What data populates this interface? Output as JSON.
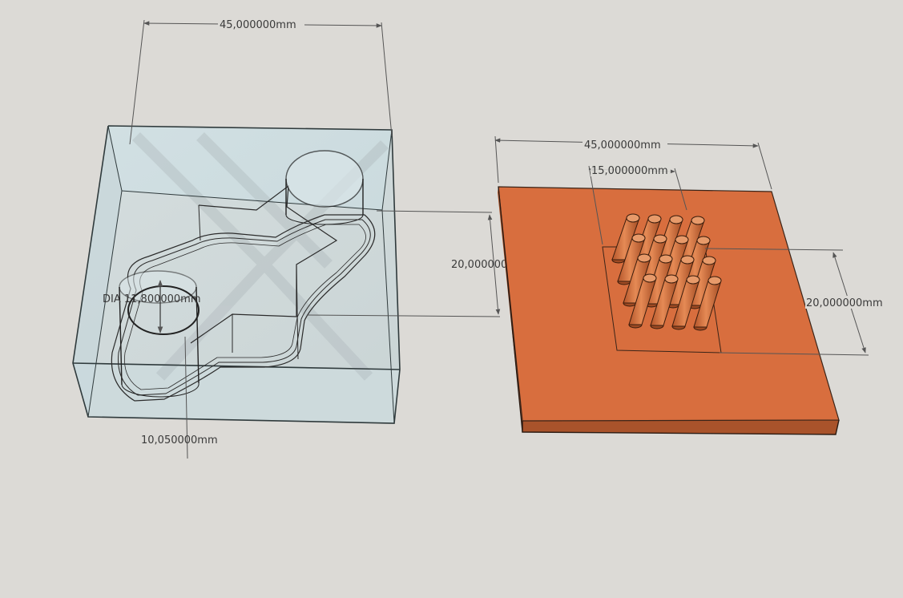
{
  "colors": {
    "background": "#dcdad6",
    "plate_face": "#d86e3e",
    "plate_side": "#a9532b",
    "mold_glass": "#c6dbe0",
    "dimension_line": "#555555"
  },
  "mold": {
    "width_label": "45,000000mm",
    "bore_label": "DIA 11,800000mm",
    "offset_label": "10,050000mm"
  },
  "middle": {
    "height_label": "20,000000mm"
  },
  "plate": {
    "width_label": "45,000000mm",
    "pin_field_label": "15,000000mm",
    "pin_field_height_label": "20,000000mm",
    "pin_rows": 4,
    "pin_cols": 4
  }
}
